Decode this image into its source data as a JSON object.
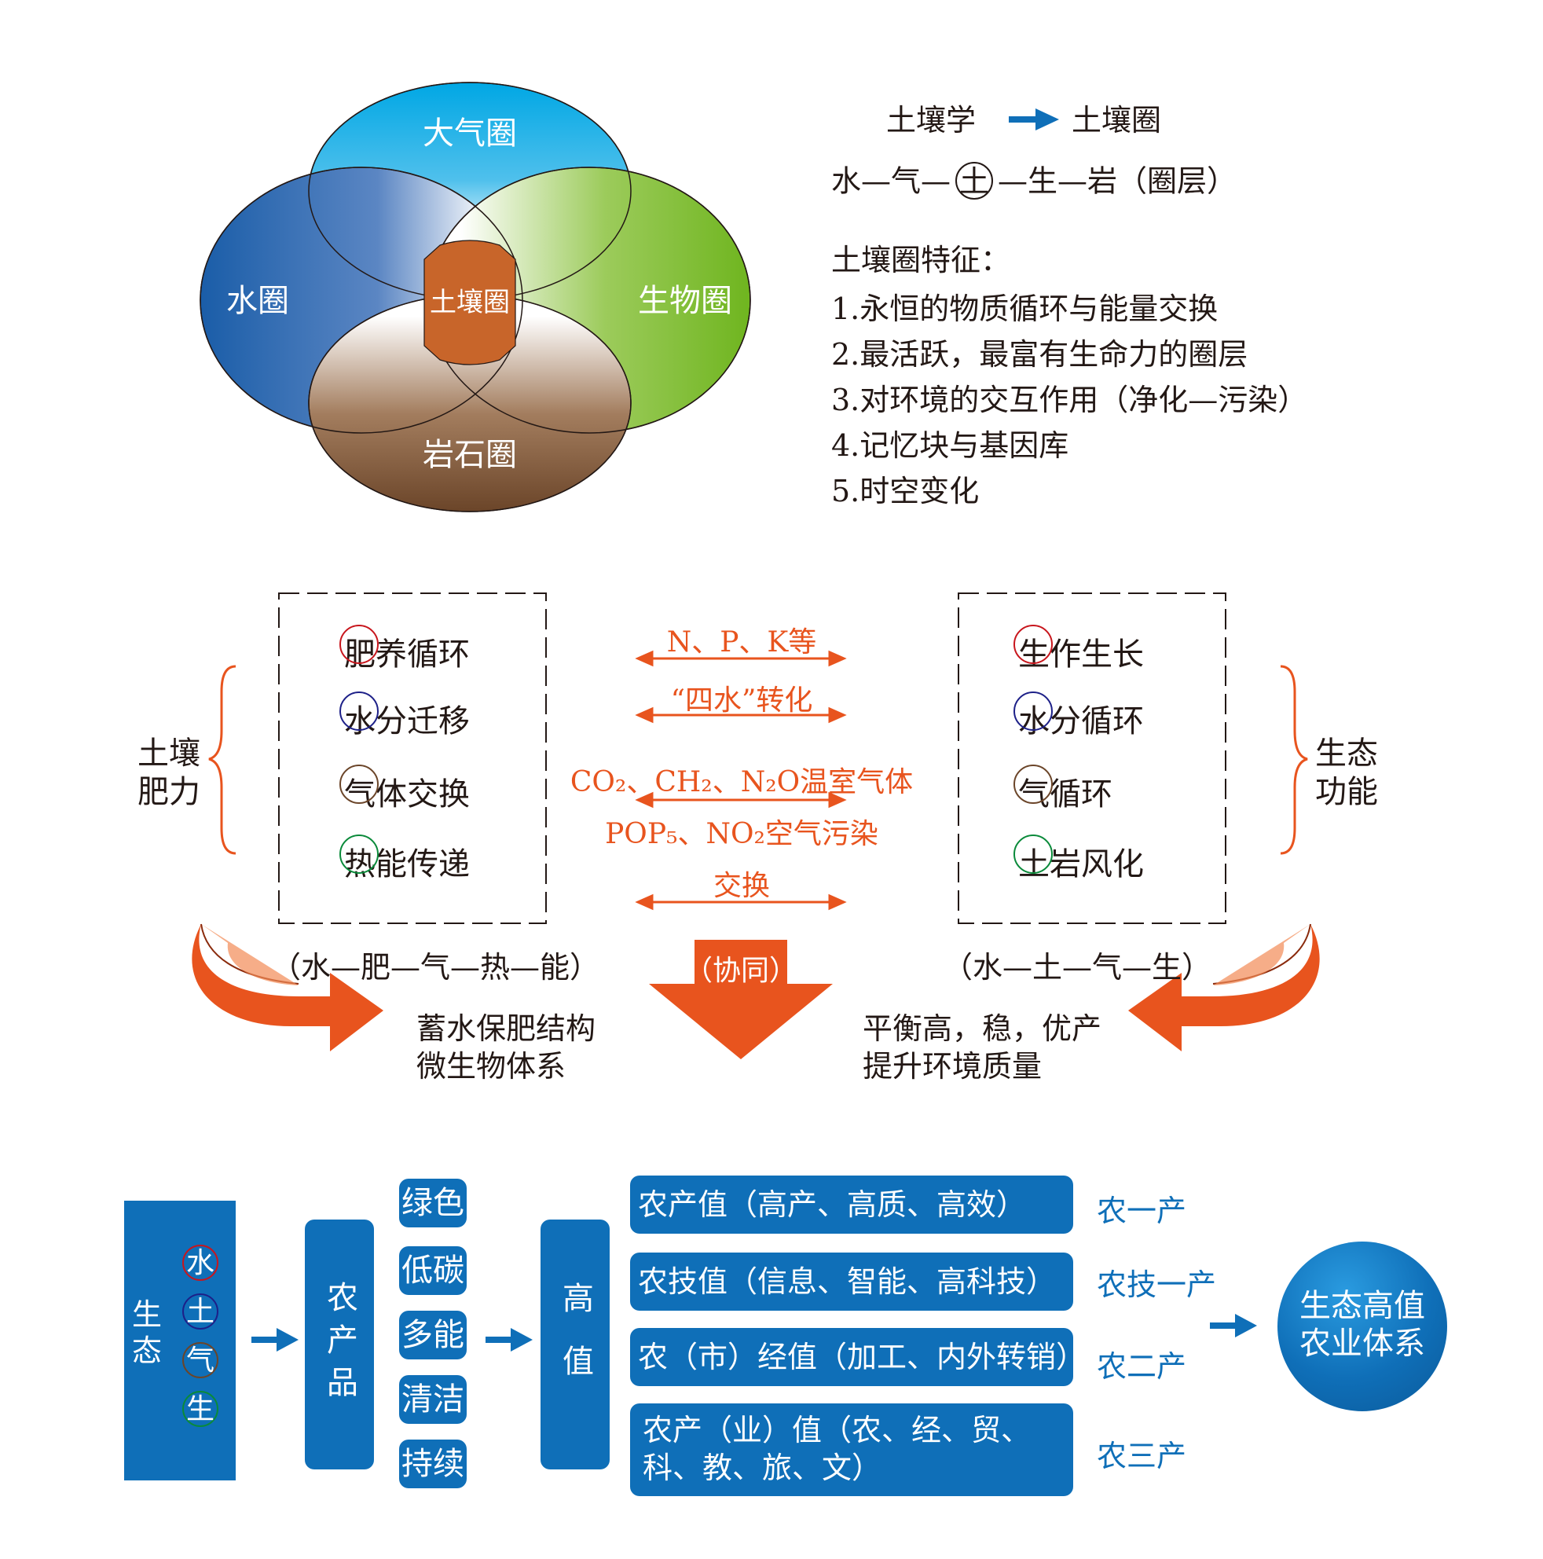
{
  "venn": {
    "atmosphere": "大气圈",
    "hydrosphere": "水圈",
    "biosphere": "生物圈",
    "lithosphere": "岩石圈",
    "pedosphere": "土壤圈",
    "colors": {
      "atmosphere": "#00a7e4",
      "hydrosphere": "#1a5da8",
      "biosphere": "#7ab929",
      "lithosphere": "#6b4529",
      "pedosphere": "#c8652a"
    }
  },
  "right_text": {
    "from": "土壤学",
    "to": "土壤圈",
    "chain_left": "水—气—",
    "chain_circle": "土",
    "chain_right": "—生—岩（圈层）",
    "features_title": "土壤圈特征：",
    "features": [
      "1.永恒的物质循环与能量交换",
      "2.最活跃，最富有生命力的圈层",
      "3.对环境的交互作用（净化—污染）",
      "4.记忆块与基因库",
      "5.时空变化"
    ]
  },
  "middle": {
    "left_label_1": "土壤",
    "left_label_2": "肥力",
    "right_label_1": "生态",
    "right_label_2": "功能",
    "left_items": [
      {
        "circle": "肥",
        "rest": "养循环",
        "color": "#c8161d"
      },
      {
        "circle": "水",
        "rest": "分迁移",
        "color": "#1d2088"
      },
      {
        "circle": "气",
        "rest": "体交换",
        "color": "#6b4529"
      },
      {
        "circle": "热",
        "rest": "能传递",
        "color": "#0a8a3a"
      }
    ],
    "right_items": [
      {
        "circle": "生",
        "rest": "作生长",
        "color": "#c8161d"
      },
      {
        "circle": "水",
        "rest": "分循环",
        "color": "#1d2088"
      },
      {
        "circle": "气",
        "rest": "循环",
        "color": "#6b4529"
      },
      {
        "circle": "土",
        "rest": "岩风化",
        "color": "#0a8a3a"
      }
    ],
    "exchanges": [
      "N、P、K等",
      "“四水”转化",
      "CO₂、CH₂、N₂O温室气体",
      "POP₅、NO₂空气污染",
      "交换"
    ],
    "left_chain": "（水—肥—气—热—能）",
    "right_chain": "（水—土—气—生）",
    "synergy": "（协同）",
    "left_result_1": "蓄水保肥结构",
    "left_result_2": "微生物体系",
    "right_result_1": "平衡高，稳，优产",
    "right_result_2": "提升环境质量",
    "accent": "#e8541e"
  },
  "bottom": {
    "eco_label": "生态",
    "eco_chars": [
      {
        "char": "水",
        "color": "#c8161d"
      },
      {
        "char": "土",
        "color": "#1d2088"
      },
      {
        "char": "气",
        "color": "#6b4529"
      },
      {
        "char": "生",
        "color": "#0a8a3a"
      }
    ],
    "product": "农产品",
    "qualities": [
      "绿色",
      "低碳",
      "多能",
      "清洁",
      "持续"
    ],
    "high_value": "高值",
    "values": [
      {
        "text": "农产值（高产、高质、高效）",
        "tag": "农一产"
      },
      {
        "text": "农技值（信息、智能、高科技）",
        "tag": "农技一产"
      },
      {
        "text": "农（市）经值（加工、内外转销）",
        "tag": "农二产"
      },
      {
        "text": "农产（业）值（农、经、贸、",
        "text2": "科、教、旅、文）",
        "tag": "农三产"
      }
    ],
    "result_1": "生态高值",
    "result_2": "农业体系",
    "box_color": "#0f6fb8"
  }
}
